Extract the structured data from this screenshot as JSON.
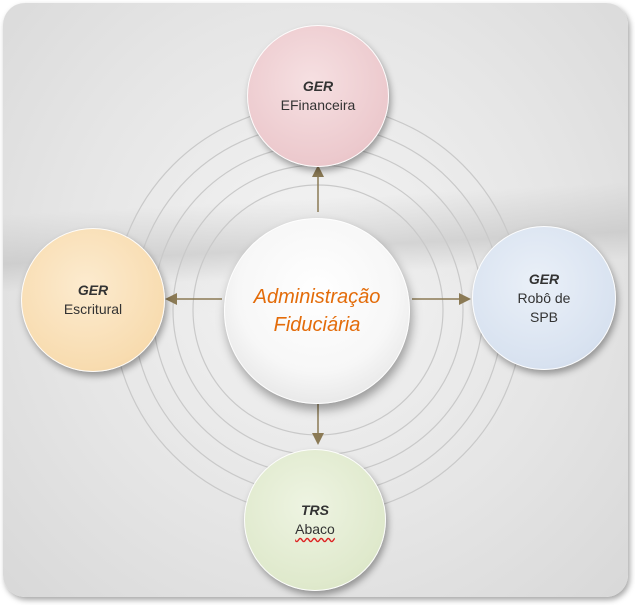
{
  "center": {
    "line1": "Administração",
    "line2": "Fiduciária"
  },
  "nodes": {
    "top": {
      "tag": "GER",
      "line1": "EFinanceira",
      "line2": ""
    },
    "left": {
      "tag": "GER",
      "line1": "Escritural",
      "line2": ""
    },
    "right": {
      "tag": "GER",
      "line1": "Robô de",
      "line2": "SPB"
    },
    "bottom": {
      "tag": "TRS",
      "line1": "Abaco",
      "line2": ""
    }
  },
  "colors": {
    "center_text": "#e36c0a",
    "top_fill": "#ecc9cd",
    "left_fill": "#f8dcb0",
    "right_fill": "#d8e2f0",
    "bottom_fill": "#dfe9cc",
    "arrow": "#8b7a55"
  }
}
